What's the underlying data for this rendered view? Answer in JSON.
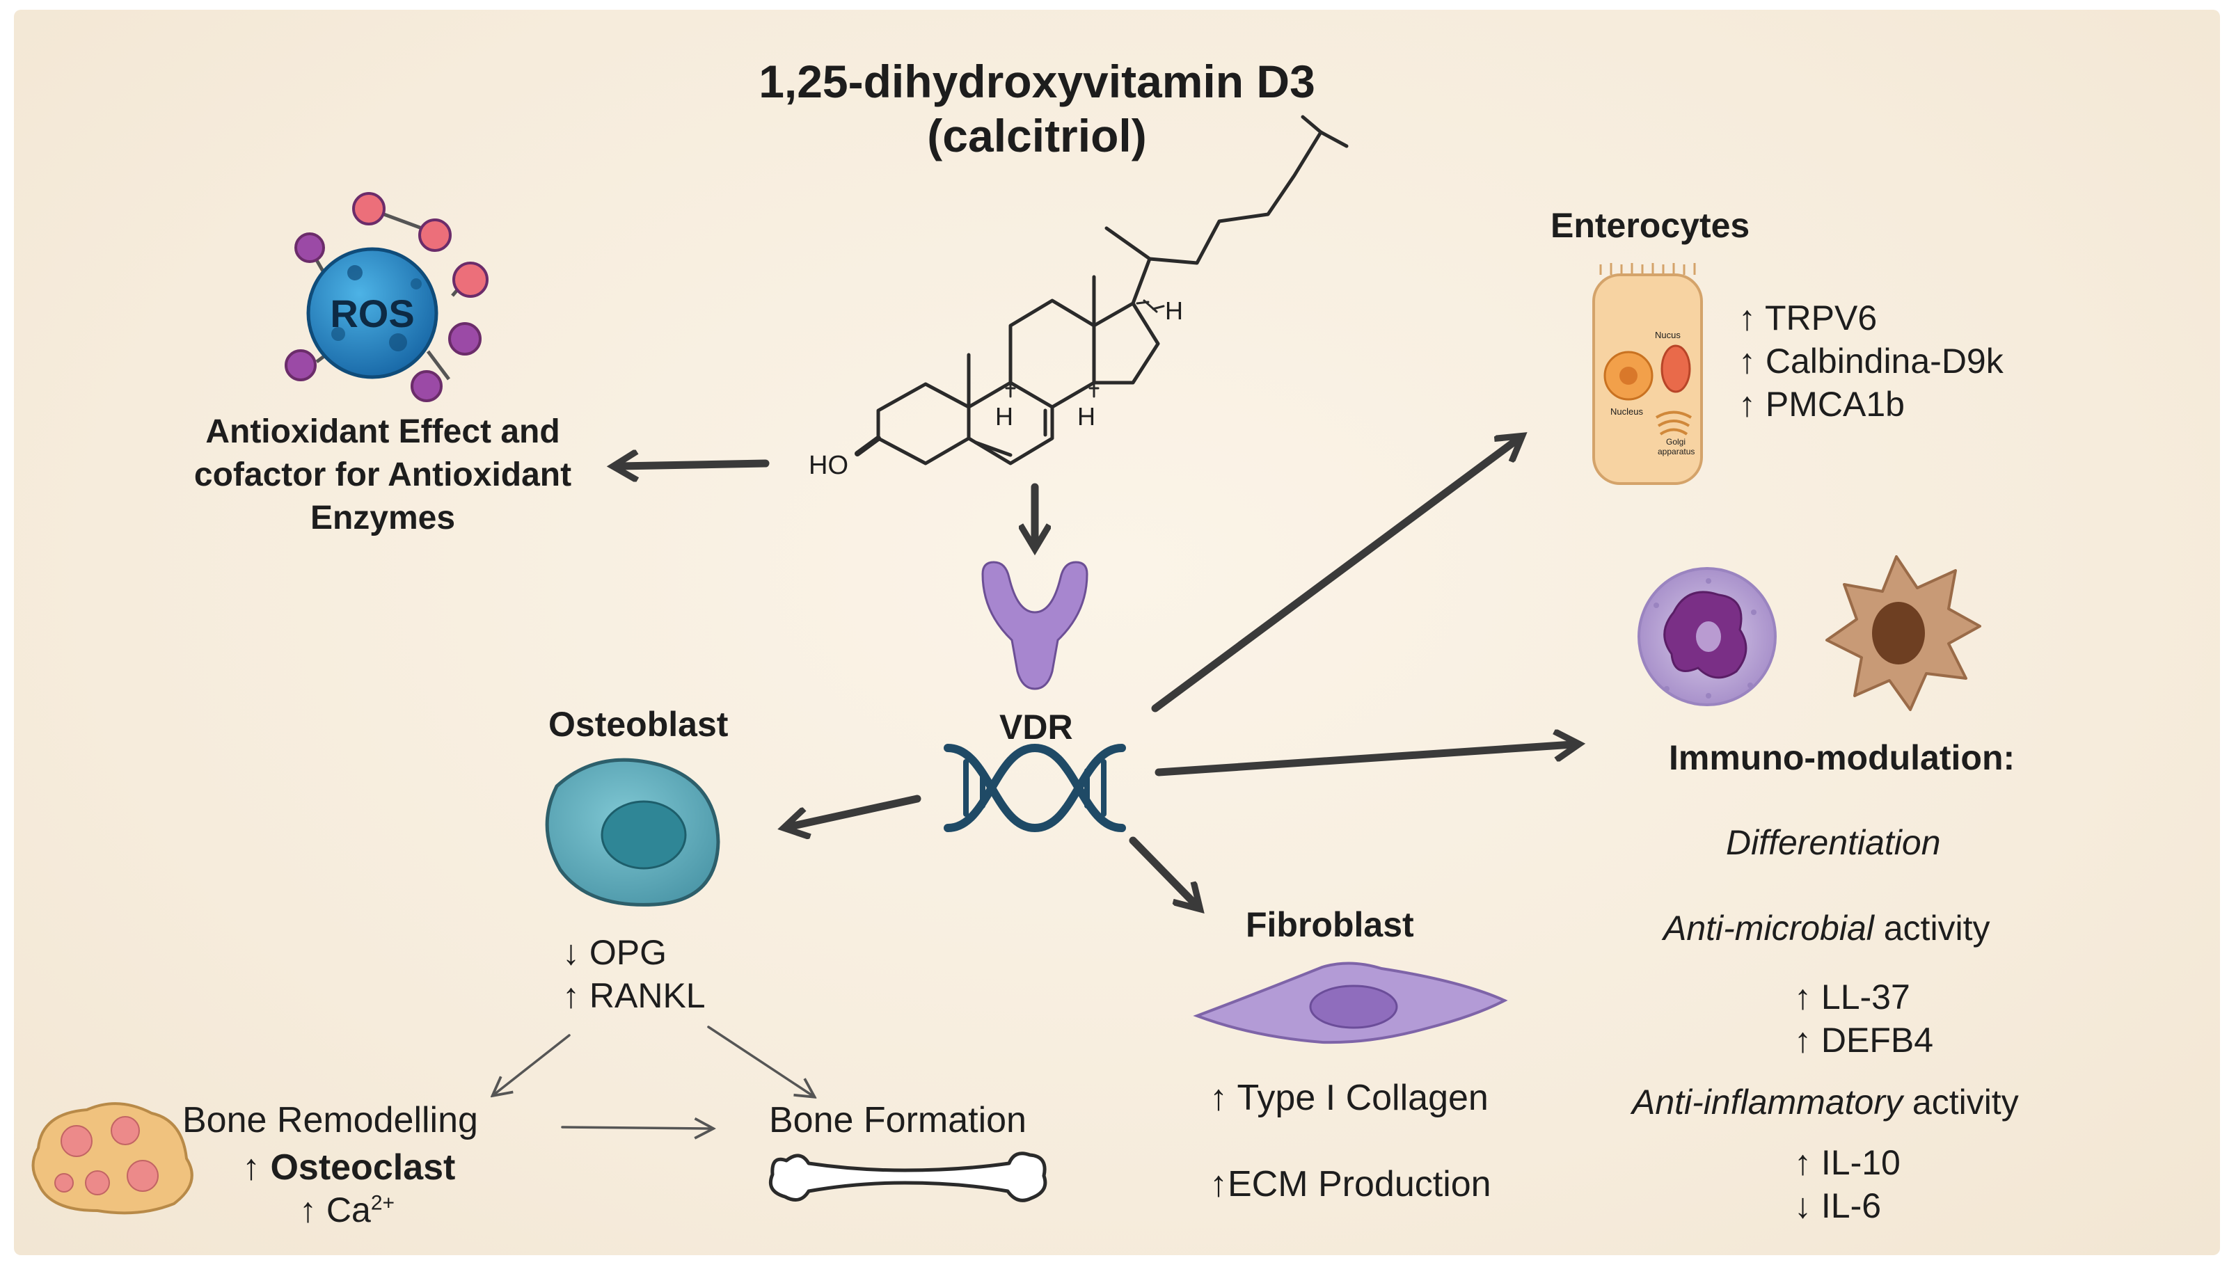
{
  "title": {
    "line1": "1,25-dihydroxyvitamin D3",
    "line2": "(calcitriol)"
  },
  "molecule": {
    "ho": "HO",
    "h_top": "H",
    "h_left": "H",
    "h_right": "H"
  },
  "ros": {
    "badge": "ROS",
    "caption": [
      "Antioxidant Effect and",
      "cofactor for Antioxidant",
      "Enzymes"
    ]
  },
  "vdr": {
    "label": "VDR"
  },
  "enterocytes": {
    "title": "Enterocytes",
    "cell_labels": {
      "nucleus_top": "Nucus",
      "nucleus": "Nucleus",
      "golgi": "Golgi apparatus"
    },
    "markers": [
      "↑ TRPV6",
      "↑ Calbindina-D9k",
      "↑ PMCA1b"
    ]
  },
  "immuno": {
    "title": "Immuno-modulation:",
    "differentiation": "Differentiation",
    "antimicrobial": {
      "italic": "Anti-microbial",
      "plain": " activity"
    },
    "antimicrobial_markers": [
      "↑ LL-37",
      "↑ DEFB4"
    ],
    "antiinflammatory": {
      "italic": "Anti-inflammatory",
      "plain": " activity"
    },
    "antiinflammatory_markers": [
      "↑ IL-10",
      "↓ IL-6"
    ]
  },
  "osteoblast": {
    "title": "Osteoblast",
    "markers": [
      "↓ OPG",
      "↑ RANKL"
    ],
    "remodelling": "Bone Remodelling",
    "osteoclast_arrow": "↑ ",
    "osteoclast": "Osteoclast",
    "calcium": "↑ Ca",
    "calcium_sup": "2+",
    "formation": "Bone Formation"
  },
  "fibroblast": {
    "title": "Fibroblast",
    "markers": [
      "↑ Type I Collagen",
      "↑ECM Production"
    ]
  },
  "colors": {
    "arrow": "#3a3a3a",
    "ros": "#1f86c4",
    "ros_atom_pink": "#ec6f7a",
    "ros_atom_purple": "#9b4aa6",
    "receptor": "#a786cf",
    "dna": "#1f4a66",
    "osteoblast": "#62b0bf",
    "fibroblast": "#b39bd6",
    "enterocyte": "#f7d3a2",
    "neutrophil": "#bca6d8",
    "macrophage": "#c89a76",
    "osteoclast": "#f0c27e"
  }
}
